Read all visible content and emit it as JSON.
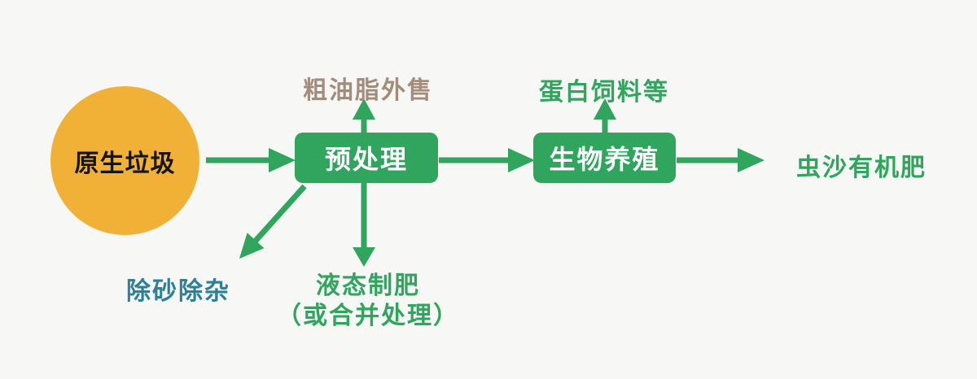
{
  "diagram": {
    "background": "#F7F7F5",
    "colors": {
      "background": "#F7F7F5",
      "green": "#2FA55D",
      "orange": "#F0B136",
      "brown": "#A28D7D",
      "teal": "#2E8096",
      "box_text": "#FFFFFF",
      "circle_text": "#151515"
    },
    "nodes": {
      "raw_waste": {
        "label": "原生垃圾",
        "shape": "circle",
        "color_key": "orange"
      },
      "pretreatment": {
        "label": "预处理",
        "shape": "rounded-rect",
        "color_key": "green"
      },
      "bio_breeding": {
        "label": "生物养殖",
        "shape": "rounded-rect",
        "color_key": "green"
      }
    },
    "labels": {
      "crude_oil": {
        "text": "粗油脂外售",
        "color_key": "brown"
      },
      "protein_feed": {
        "text": "蛋白饲料等",
        "color_key": "green"
      },
      "insect_frass": {
        "text": "虫沙有机肥",
        "color_key": "green"
      },
      "sand_removal": {
        "text": "除砂除杂",
        "color_key": "teal"
      },
      "liquid_fertilizer": {
        "line1": "液态制肥",
        "line2": "（或合并处理）",
        "color_key": "green"
      }
    },
    "edges": [
      {
        "from": "raw_waste",
        "to": "pretreatment"
      },
      {
        "from": "pretreatment",
        "to": "crude_oil"
      },
      {
        "from": "pretreatment",
        "to": "sand_removal"
      },
      {
        "from": "pretreatment",
        "to": "liquid_fertilizer"
      },
      {
        "from": "pretreatment",
        "to": "bio_breeding"
      },
      {
        "from": "bio_breeding",
        "to": "protein_feed"
      },
      {
        "from": "bio_breeding",
        "to": "insect_frass"
      }
    ]
  }
}
